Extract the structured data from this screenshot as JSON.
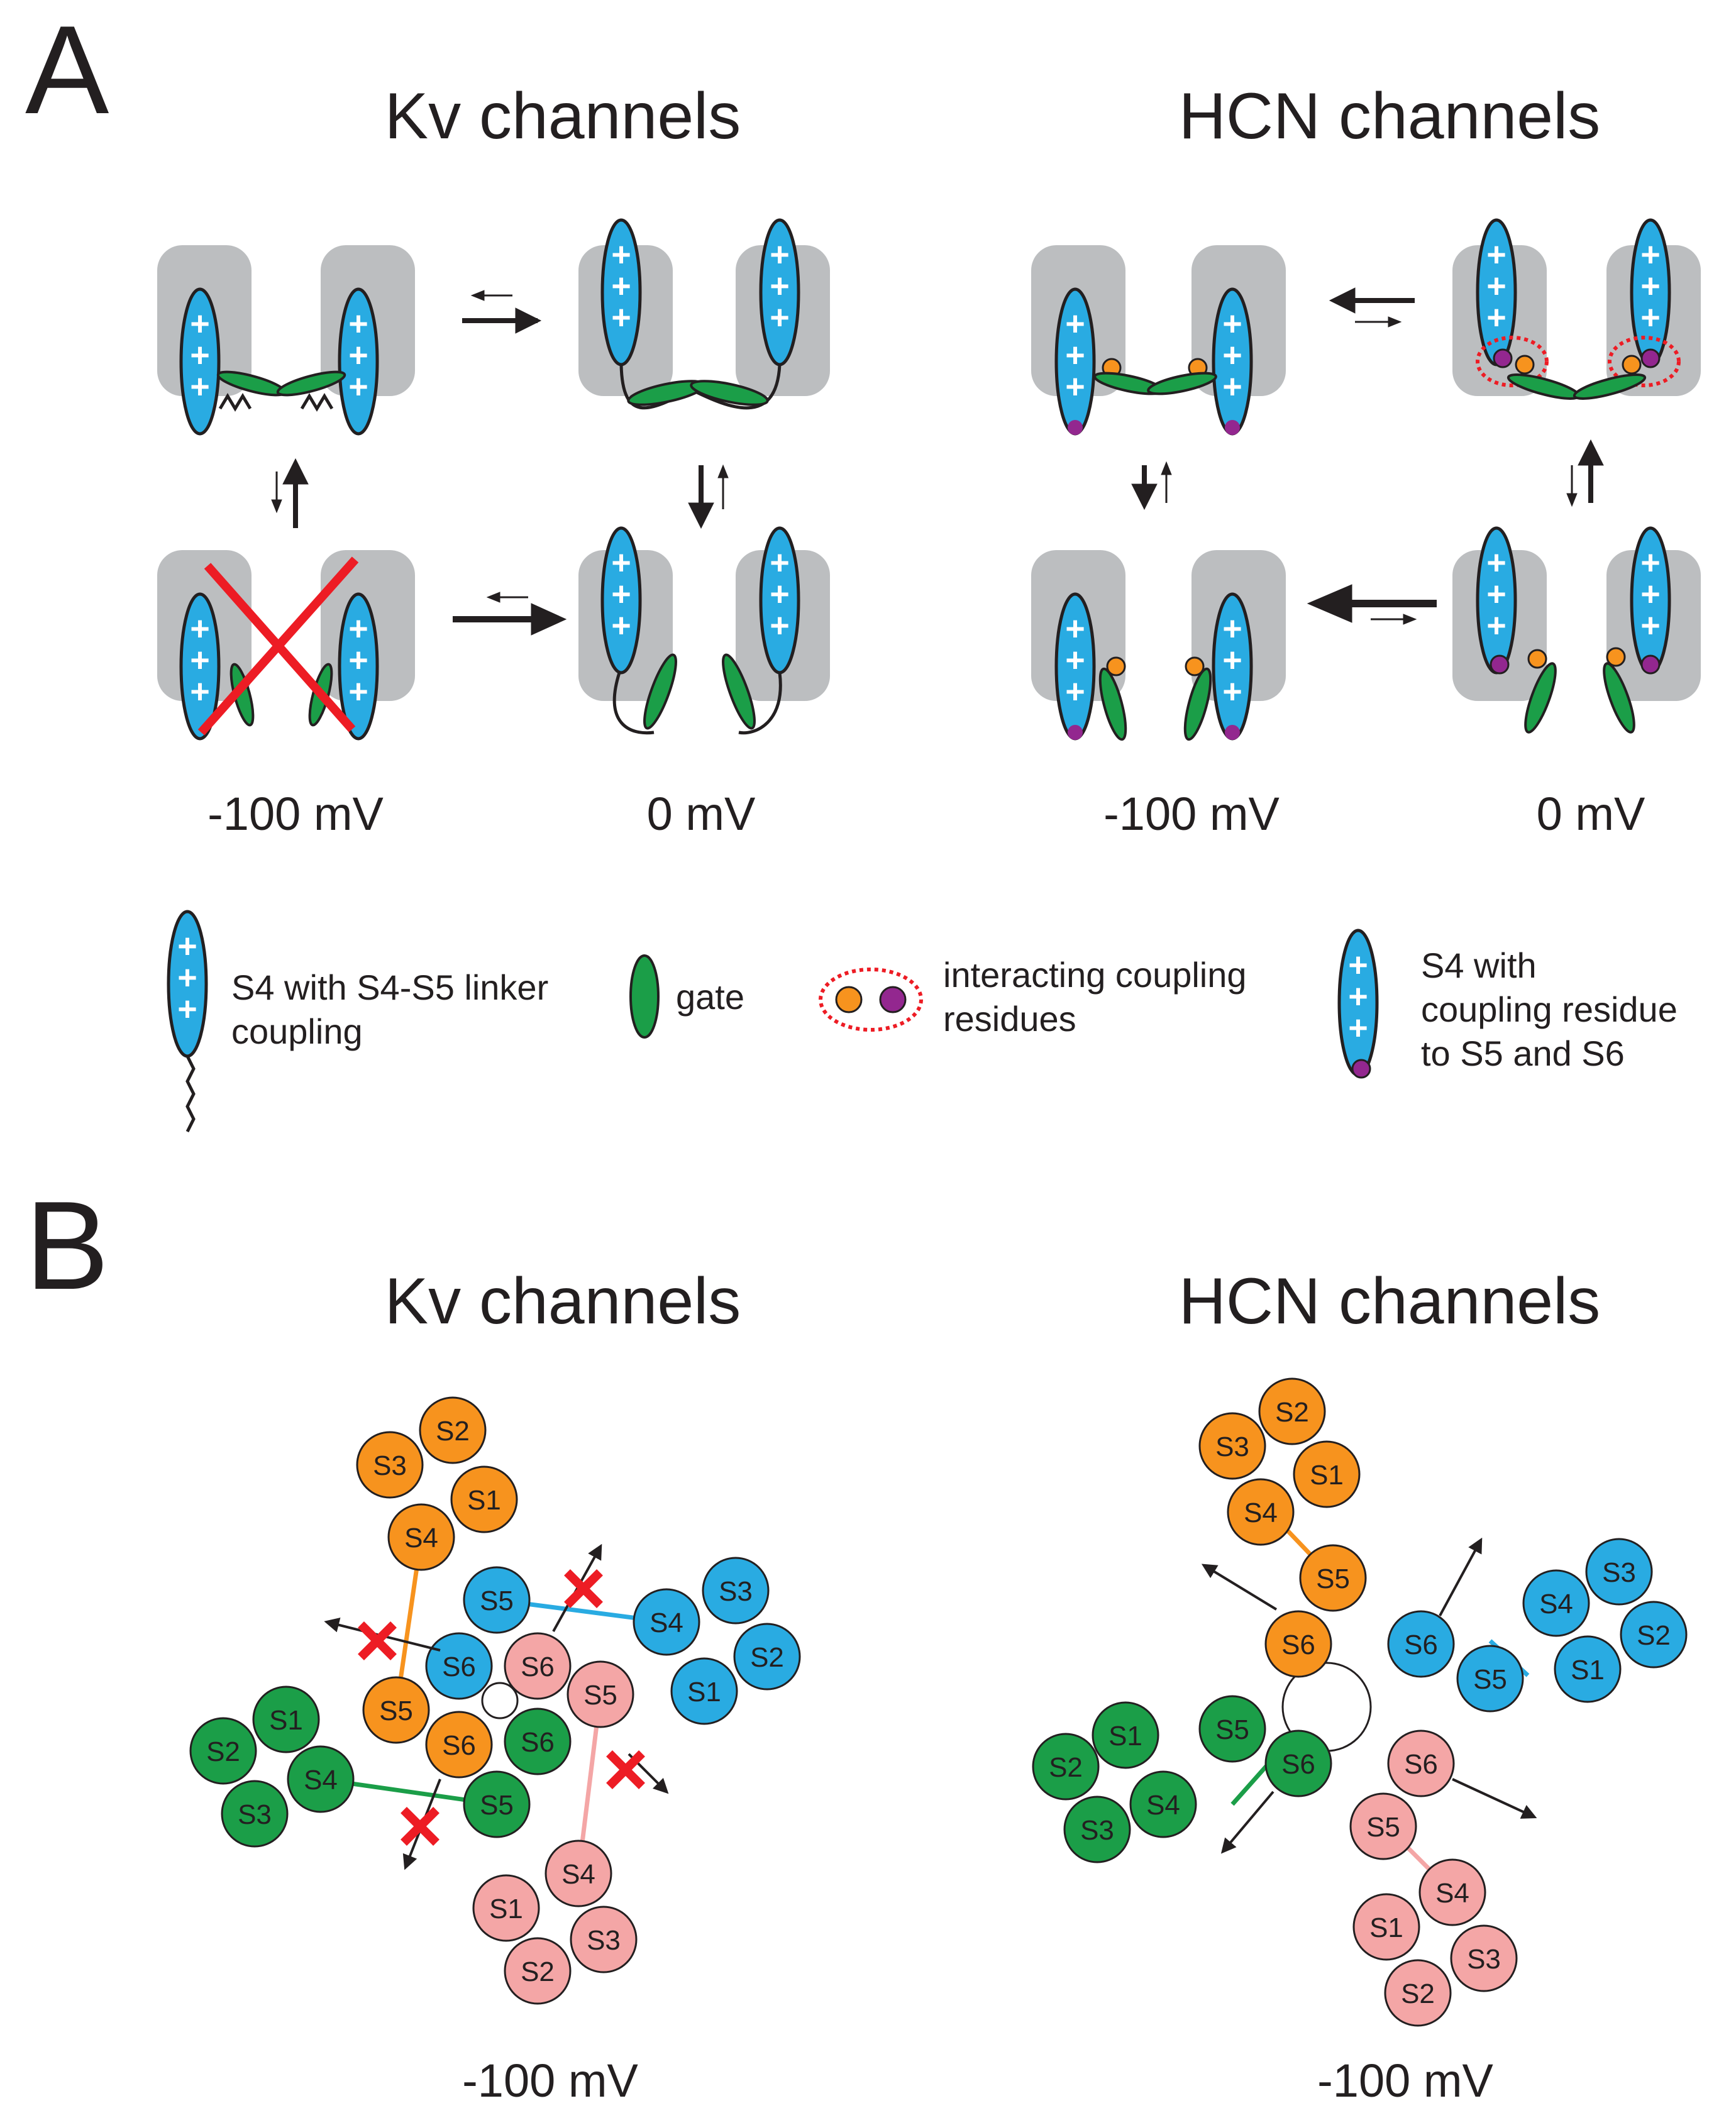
{
  "panel_labels": {
    "a": "A",
    "b": "B"
  },
  "panel_a": {
    "kv_title": "Kv channels",
    "hcn_title": "HCN channels",
    "kv_voltage_left": "-100 mV",
    "kv_voltage_right": "0 mV",
    "hcn_voltage_left": "-100 mV",
    "hcn_voltage_right": "0 mV"
  },
  "legend": {
    "s4_linker_line1": "S4 with S4-S5 linker",
    "s4_linker_line2": "coupling",
    "gate": "gate",
    "interacting_line1": "interacting coupling",
    "interacting_line2": "residues",
    "s4_residue_line1": "S4 with",
    "s4_residue_line2": "coupling residue",
    "s4_residue_line3": "to S5 and S6"
  },
  "panel_b": {
    "kv_title": "Kv channels",
    "hcn_title": "HCN channels",
    "kv_voltage": "-100 mV",
    "hcn_voltage": "-100 mV"
  },
  "helix_labels": {
    "s1": "S1",
    "s2": "S2",
    "s3": "S3",
    "s4": "S4",
    "s5": "S5",
    "s6": "S6"
  },
  "colors": {
    "s4_blue": "#29abe2",
    "gate_green": "#1b9e48",
    "membrane_gray": "#bcbec0",
    "orange": "#f7931e",
    "purple": "#93278f",
    "pink": "#f4a6a6",
    "red_cross": "#ed1c24",
    "subunit_blue": "#29abe2",
    "subunit_green": "#1b9e48"
  },
  "icons": [
    "double-arrow-icon",
    "red-x-icon",
    "plus-charge-icon"
  ]
}
